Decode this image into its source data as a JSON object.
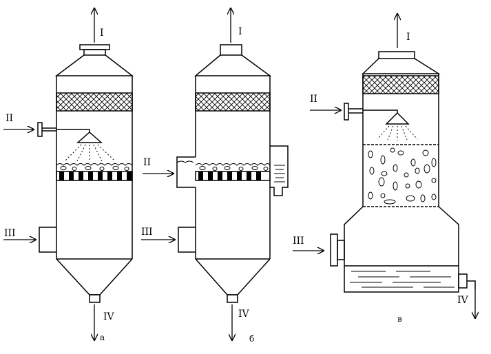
{
  "colors": {
    "ink": "#000000",
    "paper": "#ffffff"
  },
  "diagram_a": {
    "caption": "а",
    "labels": {
      "gas_out": "I",
      "liquid_in": "II",
      "gas_in": "III",
      "liquid_out": "IV"
    }
  },
  "diagram_b": {
    "caption": "б",
    "labels": {
      "gas_out": "I",
      "liquid_in": "II",
      "gas_in": "III",
      "liquid_out": "IV"
    }
  },
  "diagram_c": {
    "caption": "в",
    "labels": {
      "gas_out": "I",
      "liquid_in": "II",
      "gas_in": "III",
      "liquid_out": "IV"
    }
  }
}
